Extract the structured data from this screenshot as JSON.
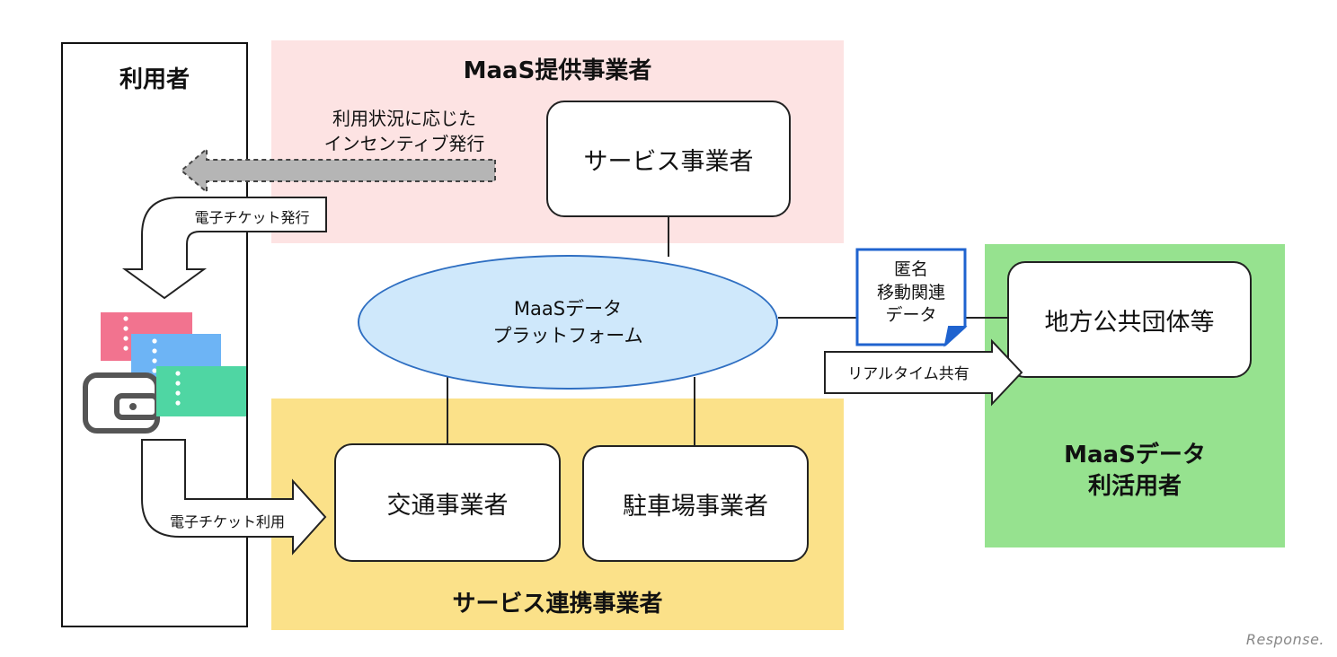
{
  "user": {
    "title": "利用者"
  },
  "provider": {
    "title": "MaaS提供事業者",
    "service_box": "サービス事業者"
  },
  "incentive": {
    "line1": "利用状況に応じた",
    "line2": "インセンティブ発行"
  },
  "ticket_issue": {
    "label": "電子チケット発行"
  },
  "ticket_use": {
    "label": "電子チケット利用"
  },
  "platform": {
    "line1": "MaaSデータ",
    "line2": "プラットフォーム"
  },
  "coop": {
    "title": "サービス連携事業者",
    "transport_box": "交通事業者",
    "parking_box": "駐車場事業者"
  },
  "anon_data": {
    "line1": "匿名",
    "line2": "移動関連",
    "line3": "データ"
  },
  "realtime": {
    "label": "リアルタイム共有"
  },
  "data_user": {
    "title_line1": "MaaSデータ",
    "title_line2": "利活用者",
    "local_gov_box": "地方公共団体等"
  },
  "watermark": "Response.",
  "colors": {
    "pink_zone": "#fde3e3",
    "yellow_zone": "#fbe189",
    "green_zone": "#96e28f",
    "platform_fill": "#cfe8fb",
    "platform_border": "#2f6fc2",
    "note_border": "#1f63cf"
  }
}
